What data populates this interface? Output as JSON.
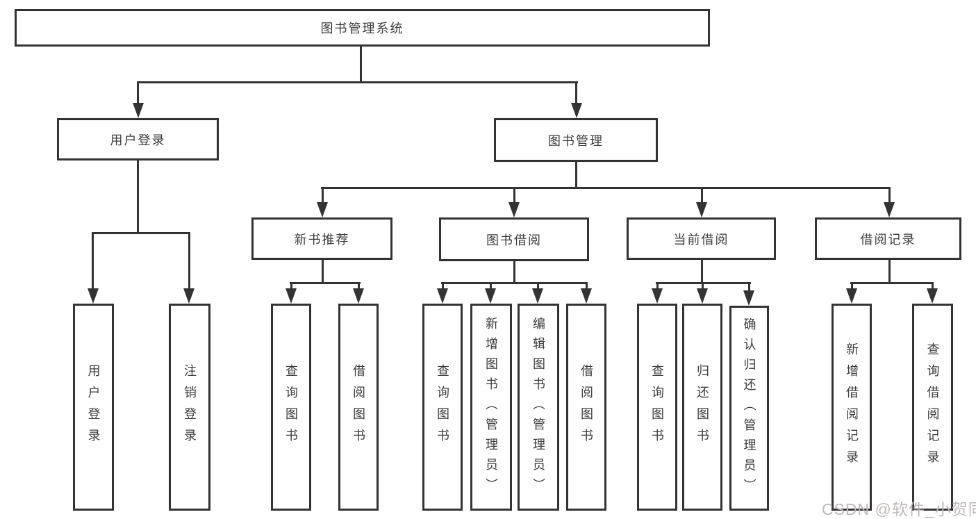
{
  "diagram": {
    "title": "图书管理系统",
    "nodes": {
      "root": {
        "label": "图书管理系统"
      },
      "user_login": {
        "label": "用户登录"
      },
      "book_mgmt": {
        "label": "图书管理"
      },
      "user_login_children": [
        {
          "label": "用户登录"
        },
        {
          "label": "注销登录"
        }
      ],
      "sections": [
        {
          "label": "新书推荐",
          "children": [
            {
              "label": "查询图书"
            },
            {
              "label": "借阅图书"
            }
          ]
        },
        {
          "label": "图书借阅",
          "children": [
            {
              "label": "查询图书"
            },
            {
              "label": "新增图书（管理员）"
            },
            {
              "label": "编辑图书（管理员）"
            },
            {
              "label": "借阅图书"
            }
          ]
        },
        {
          "label": "当前借阅",
          "children": [
            {
              "label": "查询图书"
            },
            {
              "label": "归还图书"
            },
            {
              "label": "确认归还（管理员）"
            }
          ]
        },
        {
          "label": "借阅记录",
          "children": [
            {
              "label": "新增借阅记录"
            },
            {
              "label": "查询借阅记录"
            }
          ]
        }
      ]
    },
    "colors": {
      "line": "#333333",
      "text": "#3c3c3c",
      "watermark": "#bfb9b9",
      "background": "#ffffff"
    },
    "watermark": {
      "text": "CSDN @软件_小贺同学"
    }
  }
}
